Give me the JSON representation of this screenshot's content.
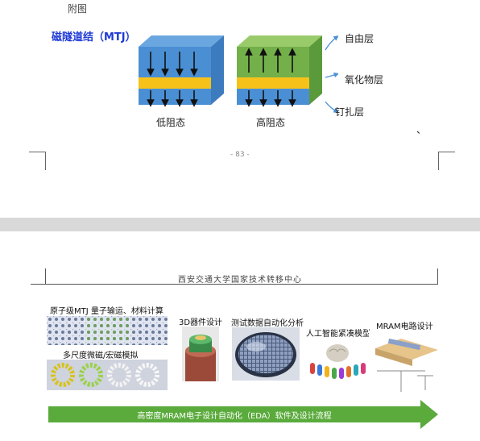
{
  "page1": {
    "appendix_label": "附图",
    "mtj_title": "磁隧道结（MTJ）",
    "states": {
      "low": "低阻态",
      "high": "高阻态"
    },
    "layers": {
      "free": "自由层",
      "oxide": "氧化物层",
      "pinned": "钉扎层"
    },
    "stray_mark": "、",
    "page_number": "- 83 -"
  },
  "page2": {
    "header": "西安交通大学国家技术转移中心",
    "captions": {
      "atomic": "原子级MTJ 量子输运、材料计算",
      "multiscale": "多尺度微磁/宏磁模拟",
      "device3d": "3D器件设计",
      "testdata": "测试数据自动化分析",
      "ai": "人工智能紧凑模型",
      "mram": "MRAM电路设计"
    },
    "flow_label": "高密度MRAM电子设计自动化（EDA）软件及设计流程"
  },
  "colors": {
    "title_blue": "#1f3ad6",
    "layer_blue": "#4a8fd4",
    "layer_gold": "#f6c21a",
    "layer_green": "#74b04a",
    "arrow_green": "#5aab3c"
  }
}
